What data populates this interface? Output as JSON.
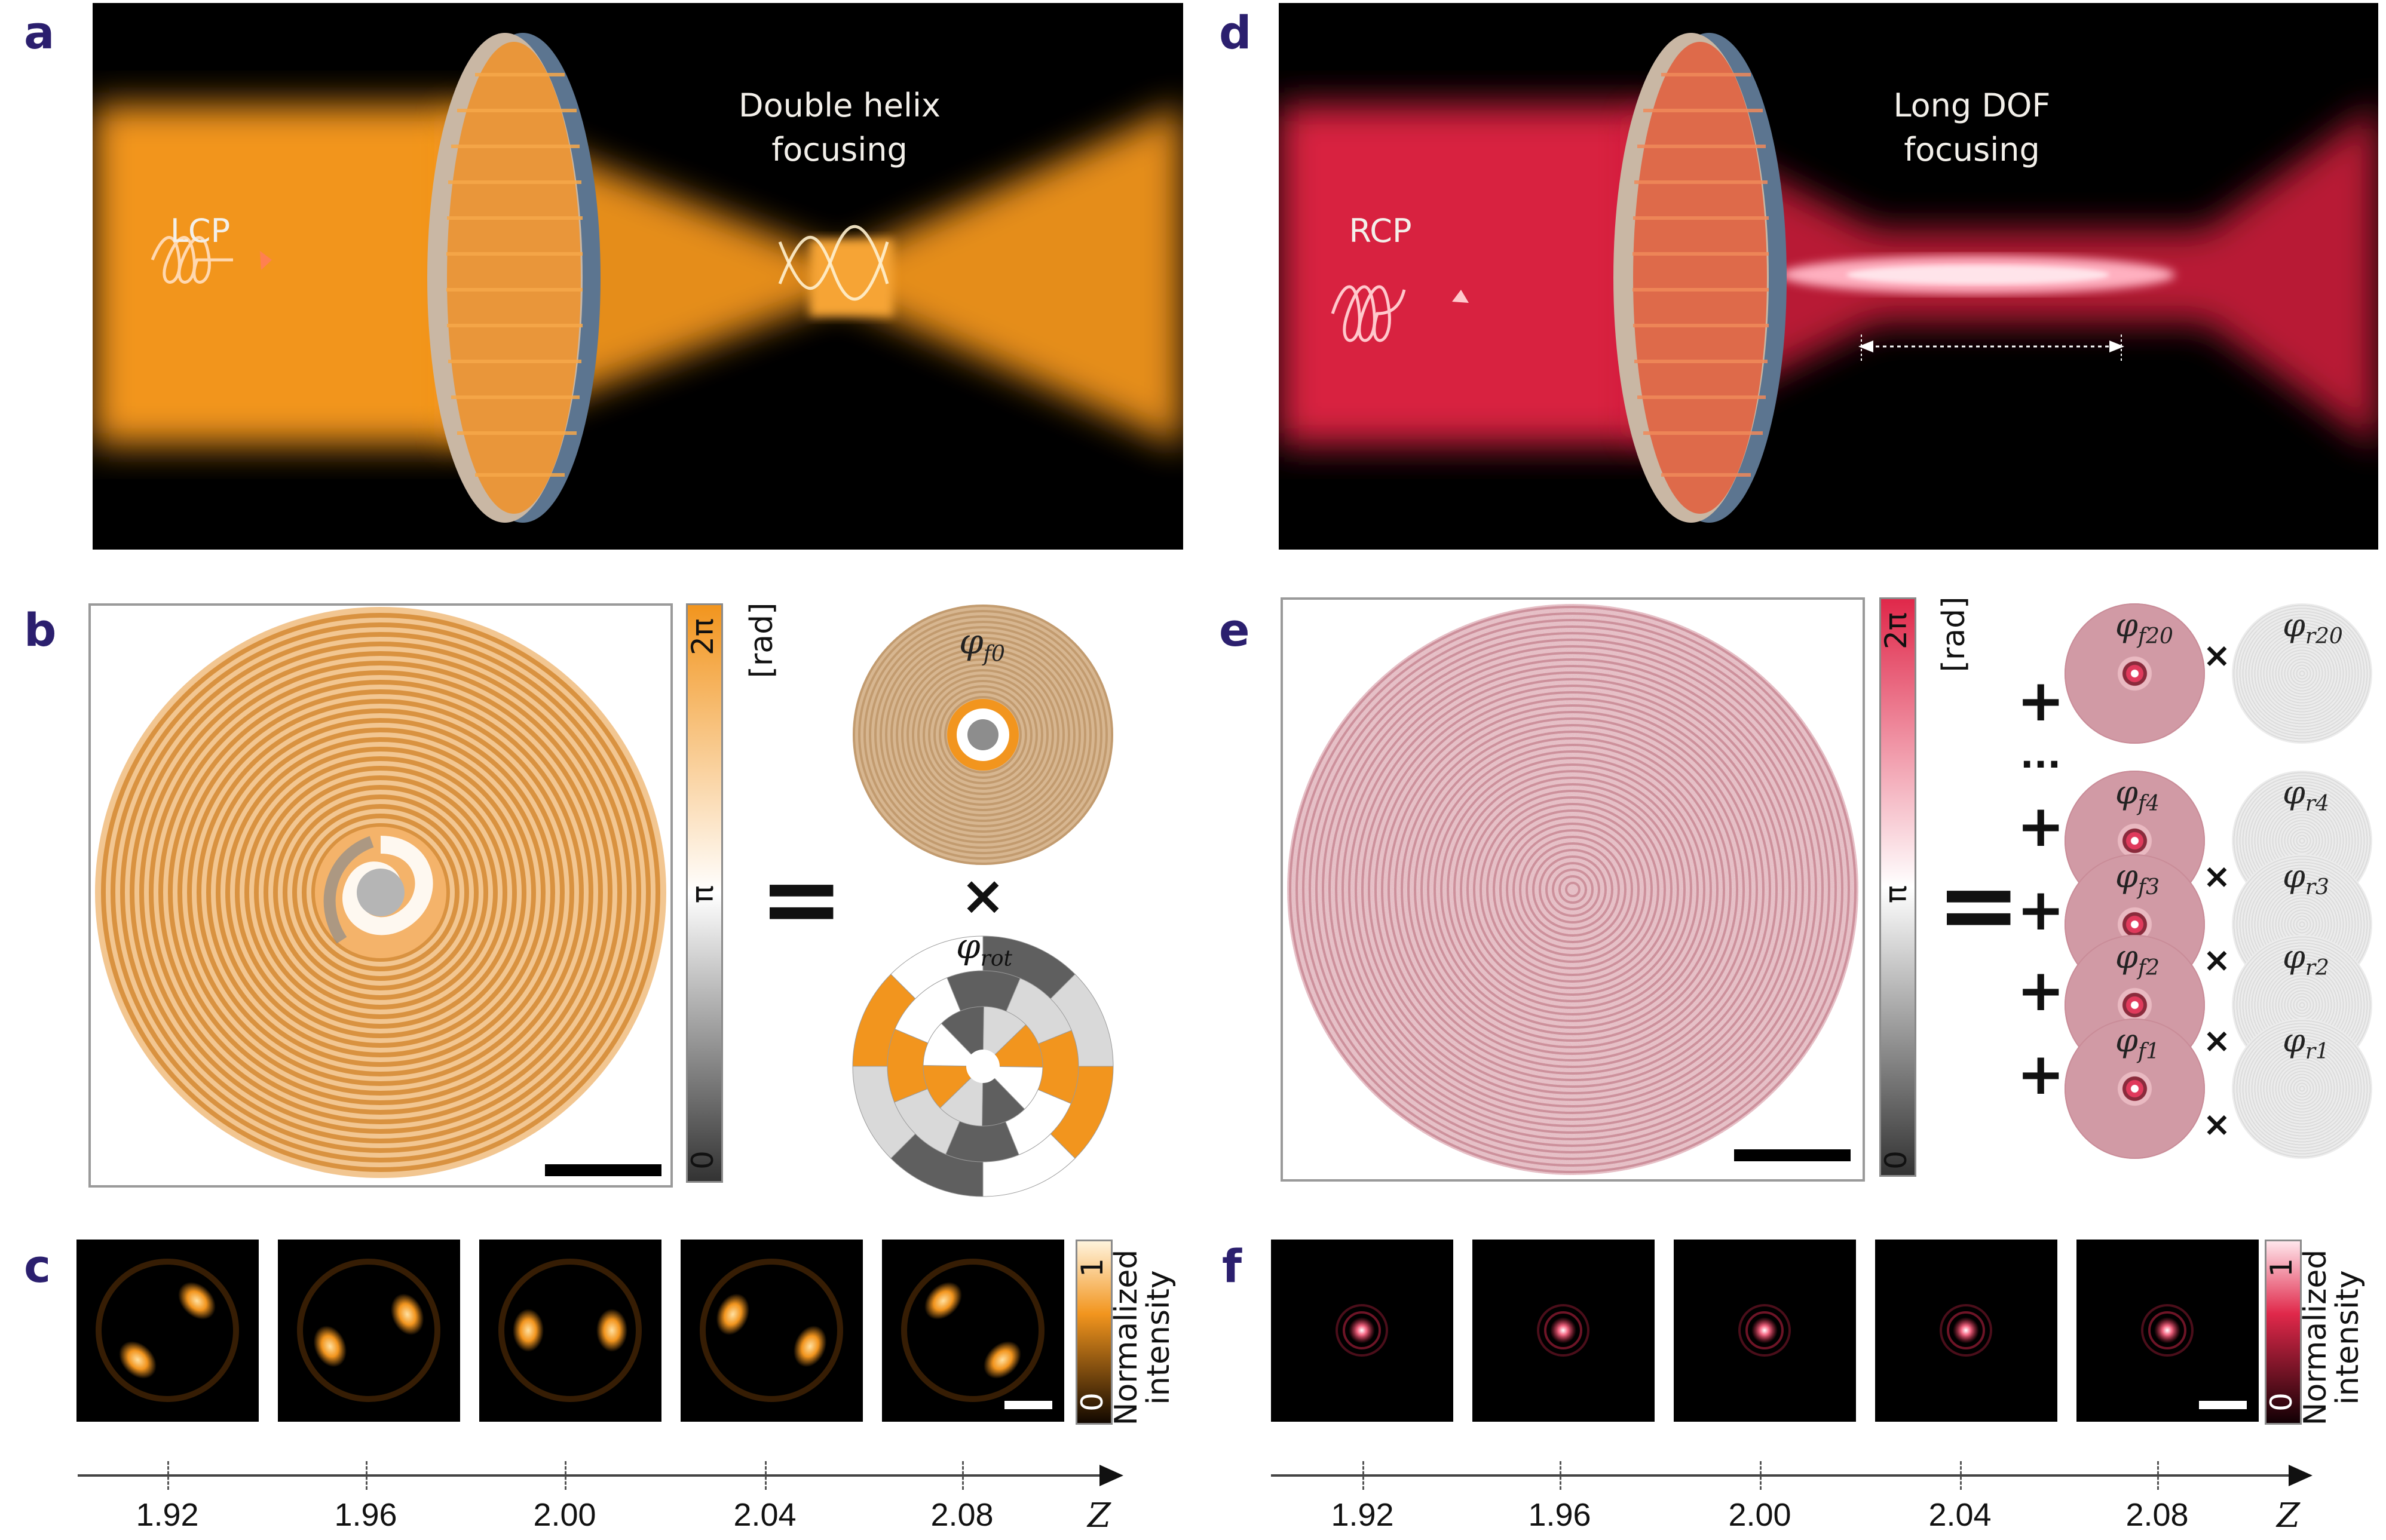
{
  "panels": {
    "a": {
      "label": "a",
      "polarization": "LCP",
      "focus_text_1": "Double helix",
      "focus_text_2": "focusing"
    },
    "b": {
      "label": "b",
      "cb_top": "2π",
      "cb_mid": "π",
      "cb_bot": "0",
      "cb_unit": "[rad]",
      "equals": "=",
      "phi_f0": "φ",
      "phi_f0_sub": "f0",
      "times": "×",
      "phi_rot": "φ",
      "phi_rot_sub": "rot"
    },
    "c": {
      "label": "c",
      "cb_top": "1",
      "cb_bot": "0",
      "cb_label_1": "Normalized",
      "cb_label_2": "intensity"
    },
    "d": {
      "label": "d",
      "polarization": "RCP",
      "focus_text_1": "Long DOF",
      "focus_text_2": "focusing"
    },
    "e": {
      "label": "e",
      "cb_top": "2π",
      "cb_mid": "π",
      "cb_bot": "0",
      "cb_unit": "[rad]",
      "equals": "=",
      "plus": "+",
      "dots": "···",
      "times": "×",
      "terms": [
        {
          "f": "φ",
          "f_sub": "f20",
          "r": "φ",
          "r_sub": "r20"
        },
        {
          "f": "φ",
          "f_sub": "f4",
          "r": "φ",
          "r_sub": "r4"
        },
        {
          "f": "φ",
          "f_sub": "f3",
          "r": "φ",
          "r_sub": "r3"
        },
        {
          "f": "φ",
          "f_sub": "f2",
          "r": "φ",
          "r_sub": "r2"
        },
        {
          "f": "φ",
          "f_sub": "f1",
          "r": "φ",
          "r_sub": "r1"
        }
      ]
    },
    "f": {
      "label": "f",
      "cb_top": "1",
      "cb_bot": "0",
      "cb_label_1": "Normalized",
      "cb_label_2": "intensity"
    }
  },
  "z_axis": {
    "label": "Z",
    "ticks": [
      "1.92",
      "1.96",
      "2.00",
      "2.04",
      "2.08"
    ]
  },
  "colors": {
    "orange": "#f2951e",
    "red": "#e0284a",
    "pink": "#d99aa5",
    "dark": "#000000",
    "label": "#2b1f6e"
  }
}
